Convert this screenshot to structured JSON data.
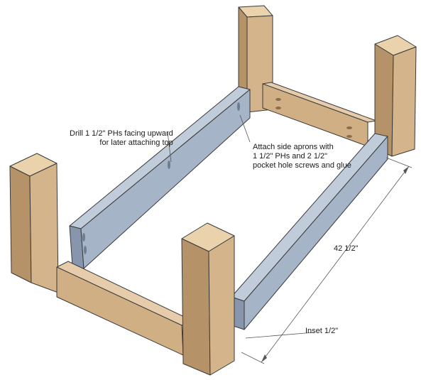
{
  "annotations": {
    "drill_note": {
      "line1": "Drill 1 1/2\" PHs facing upward",
      "line2": "for later attaching top"
    },
    "attach_note": {
      "line1": "Attach side aprons with",
      "line2": "1 1/2\" PHs and 2 1/2\"",
      "line3": "pocket hole screws and glue"
    },
    "length_label": "42 1/2\"",
    "inset_label": "Inset 1/2\""
  },
  "colors": {
    "leg_front": "#d4b48a",
    "leg_side": "#b59268",
    "leg_top": "#ead2ad",
    "side_apron_face": "#a6b4c8",
    "side_apron_top": "#c1ccdb",
    "side_apron_bottom": "#8796ad",
    "end_apron_face": "#d0af84",
    "end_apron_top": "#e6ccaa",
    "outline": "#3a3a3a"
  }
}
